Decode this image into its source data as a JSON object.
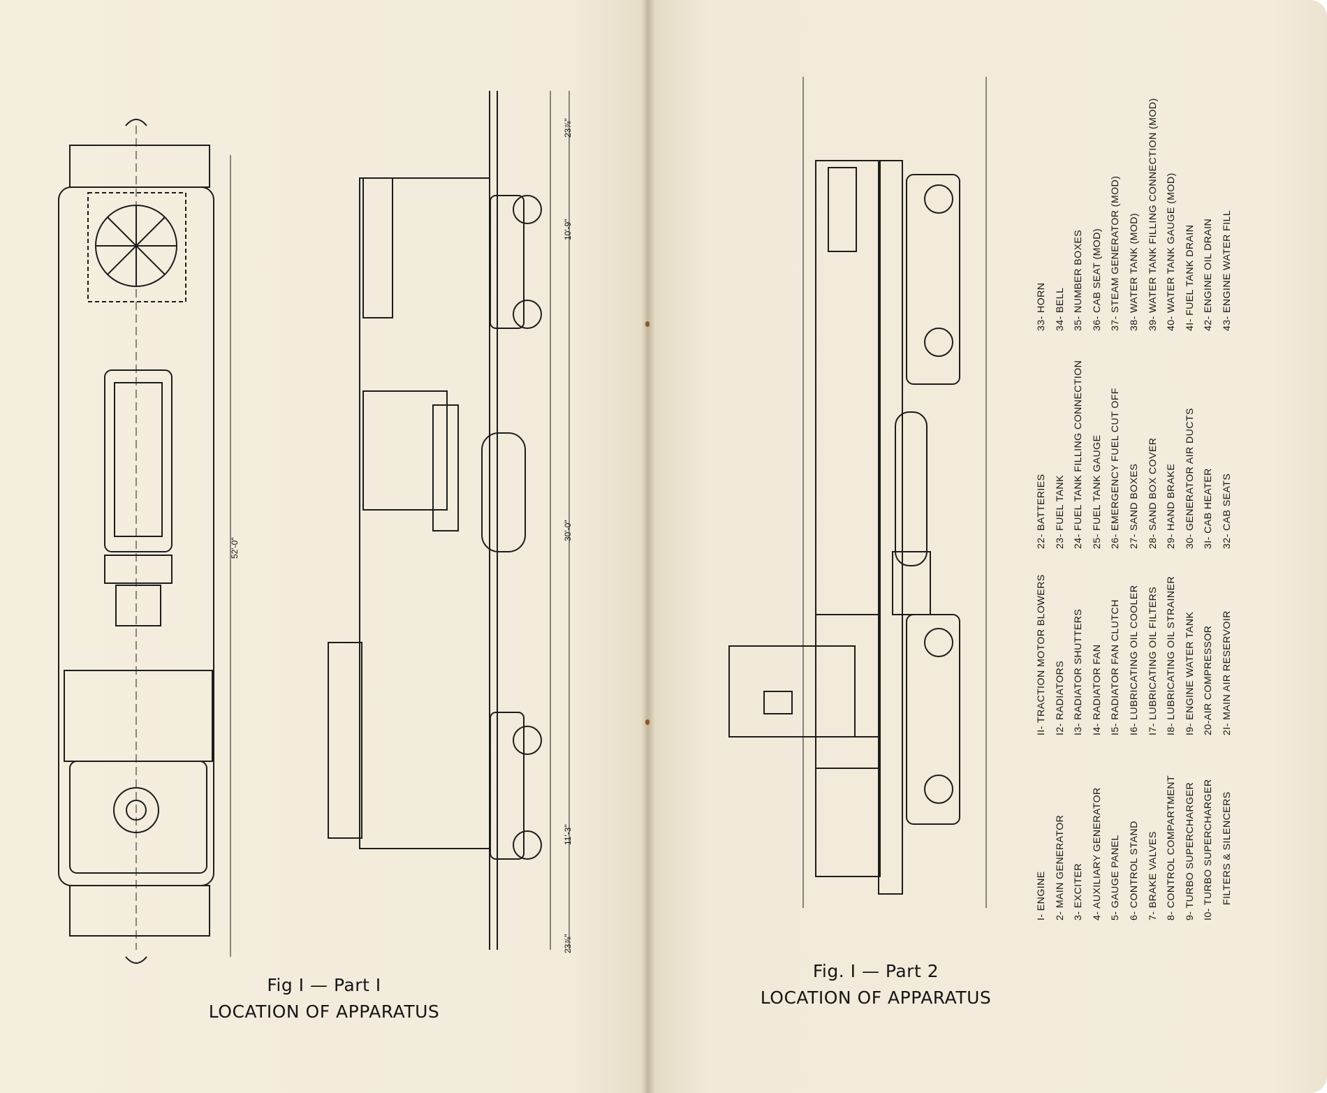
{
  "left_page": {
    "caption_fig": "Fig I — Part I",
    "caption_title": "LOCATION OF APPARATUS",
    "dimensions": {
      "overall_length": "52'-0\"",
      "truck_centers": "30'-0\"",
      "front_overhang": "10'-9\"",
      "rear_overhang": "11'-3\"",
      "coupler_top": "23⅞\"",
      "coupler_bottom": "23⅞\""
    }
  },
  "right_page": {
    "caption_fig": "Fig. I — Part 2",
    "caption_title": "LOCATION OF APPARATUS",
    "legend_col1": [
      "I- ENGINE",
      "2- MAIN GENERATOR",
      "3- EXCITER",
      "4- AUXILIARY GENERATOR",
      "5- GAUGE PANEL",
      "6- CONTROL STAND",
      "7- BRAKE VALVES",
      "8- CONTROL COMPARTMENT",
      "9- TURBO SUPERCHARGER",
      "I0- TURBO SUPERCHARGER",
      "FILTERS & SILENCERS"
    ],
    "legend_col2": [
      "II- TRACTION MOTOR BLOWERS",
      "I2- RADIATORS",
      "I3- RADIATOR SHUTTERS",
      "I4- RADIATOR FAN",
      "I5- RADIATOR FAN CLUTCH",
      "I6- LUBRICATING OIL COOLER",
      "I7- LUBRICATING OIL FILTERS",
      "I8- LUBRICATING OIL STRAINER",
      "I9- ENGINE WATER TANK",
      "20-AIR COMPRESSOR",
      "2I- MAIN AIR RESERVOIR"
    ],
    "legend_col3": [
      "22- BATTERIES",
      "23- FUEL TANK",
      "24- FUEL TANK FILLING CONNECTION",
      "25- FUEL TANK GAUGE",
      "26- EMERGENCY FUEL CUT OFF",
      "27- SAND BOXES",
      "28- SAND BOX COVER",
      "29- HAND BRAKE",
      "30- GENERATOR AIR DUCTS",
      "3I- CAB HEATER",
      "32- CAB SEATS"
    ],
    "legend_col4": [
      "33- HORN",
      "34- BELL",
      "35- NUMBER BOXES",
      "36- CAB SEAT (MOD)",
      "37- STEAM GENERATOR (MOD)",
      "38- WATER TANK (MOD)",
      "39- WATER TANK FILLING CONNECTION (MOD)",
      "40- WATER TANK GAUGE (MOD)",
      "4I- FUEL TANK DRAIN",
      "42- ENGINE OIL DRAIN",
      "43- ENGINE WATER FILL"
    ]
  }
}
